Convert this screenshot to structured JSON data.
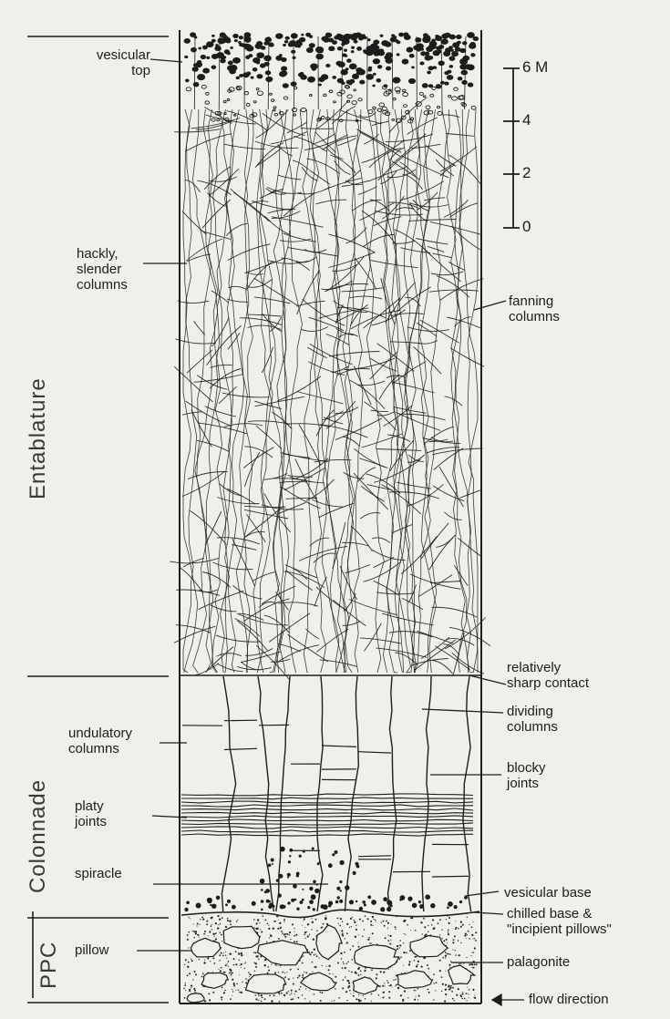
{
  "zones": {
    "entablature": "Entablature",
    "colonnade": "Colonnade",
    "ppc": "PPC"
  },
  "labels": {
    "vesicular_top": "vesicular\ntop",
    "hackly_columns": "hackly,\nslender\ncolumns",
    "fanning_columns": "fanning\ncolumns",
    "sharp_contact": "relatively\nsharp contact",
    "dividing_columns": "dividing\ncolumns",
    "undulatory_columns": "undulatory\ncolumns",
    "blocky_joints": "blocky\njoints",
    "platy_joints": "platy\njoints",
    "spiracle": "spiracle",
    "vesicular_base": "vesicular base",
    "chilled_base": "chilled base &\n\"incipient pillows\"",
    "pillow": "pillow",
    "palagonite": "palagonite",
    "flow_direction": "flow direction"
  },
  "scale": {
    "ticks": [
      "6 M",
      "4",
      "2",
      "0"
    ]
  },
  "colors": {
    "ink": "#1e1d1b",
    "paper": "#f1efea",
    "stipple": "#2a2927"
  }
}
